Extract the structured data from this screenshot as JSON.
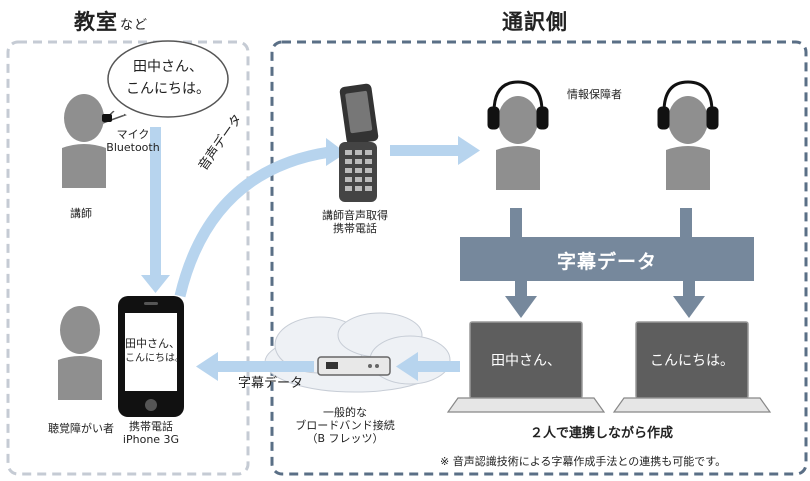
{
  "headings": {
    "classroom": "教室",
    "classroom_suffix": "など",
    "interpreter_side": "通訳側"
  },
  "speech_bubble": {
    "line1": "田中さん、",
    "line2": "こんにちは。"
  },
  "labels": {
    "mic_line1": "マイク",
    "mic_line2": "Bluetooth",
    "lecturer": "講師",
    "audio_data": "音声データ",
    "lecturer_phone_line1": "講師音声取得",
    "lecturer_phone_line2": "携帯電話",
    "info_support_staff": "情報保障者",
    "caption_data_banner": "字幕データ",
    "screen_left": "田中さん、",
    "screen_right": "こんにちは。",
    "collaboration": "２人で連携しながら作成",
    "note": "※ 音声認識技術による字幕作成手法との連携も可能です。",
    "broadband_line1": "一般的な",
    "broadband_line2": "ブロードバンド接続",
    "broadband_line3": "（B フレッツ）",
    "caption_data_arrow": "字幕データ",
    "phone_screen_line1": "田中さん、",
    "phone_screen_line2": "こんにちは。",
    "hearing_impaired": "聴覚障がい者",
    "mobile_line1": "携帯電話",
    "mobile_line2": "iPhone 3G"
  },
  "colors": {
    "dash_left": "#c5cbd4",
    "dash_right": "#5a6f86",
    "person": "#8f8f8f",
    "arrow_light": "#b7d4ee",
    "arrow_dark": "#76889c",
    "banner": "#76889c",
    "laptop_screen": "#5e5e5e"
  },
  "icons": [
    "person-icon",
    "headset-icon",
    "flip-phone-icon",
    "smartphone-icon",
    "laptop-icon",
    "cloud-icon",
    "router-icon",
    "microphone-icon"
  ]
}
